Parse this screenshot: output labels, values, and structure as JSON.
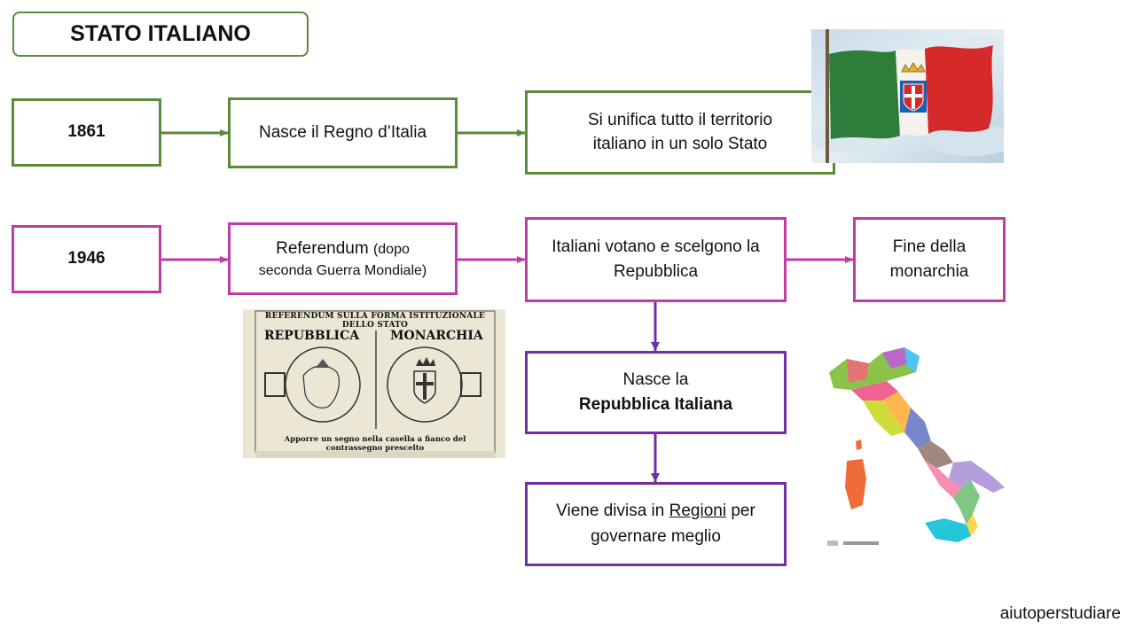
{
  "title": "STATO ITALIANO",
  "row1": {
    "year": "1861",
    "step1": "Nasce il Regno d’Italia",
    "step2_line1": "Si unifica tutto il territorio",
    "step2_line2": "italiano in un solo Stato"
  },
  "row2": {
    "year": "1946",
    "referendum_main": "Referendum",
    "referendum_note_a": "(dopo",
    "referendum_note_b": "seconda Guerra Mondiale)",
    "vote_line1": "Italiani votano e scelgono la",
    "vote_line2": "Repubblica",
    "end_line1": "Fine della",
    "end_line2": "monarchia"
  },
  "republic": {
    "line1": "Nasce la",
    "line2": "Repubblica Italiana"
  },
  "regions": {
    "prefix": "Viene divisa in",
    "underlined": "Regioni",
    "suffix": "per",
    "line2": "governare meglio"
  },
  "ballot": {
    "header": "REFERENDUM SULLA FORMA ISTITUZIONALE DELLO STATO",
    "left": "REPUBBLICA",
    "right": "MONARCHIA",
    "instruction": "Apporre un segno nella casella a fianco del contrassegno prescelto"
  },
  "credit": "aiutoperstudiare",
  "colors": {
    "green": "#5a8a3a",
    "pink": "#c03ba6",
    "purple": "#7030a0"
  }
}
